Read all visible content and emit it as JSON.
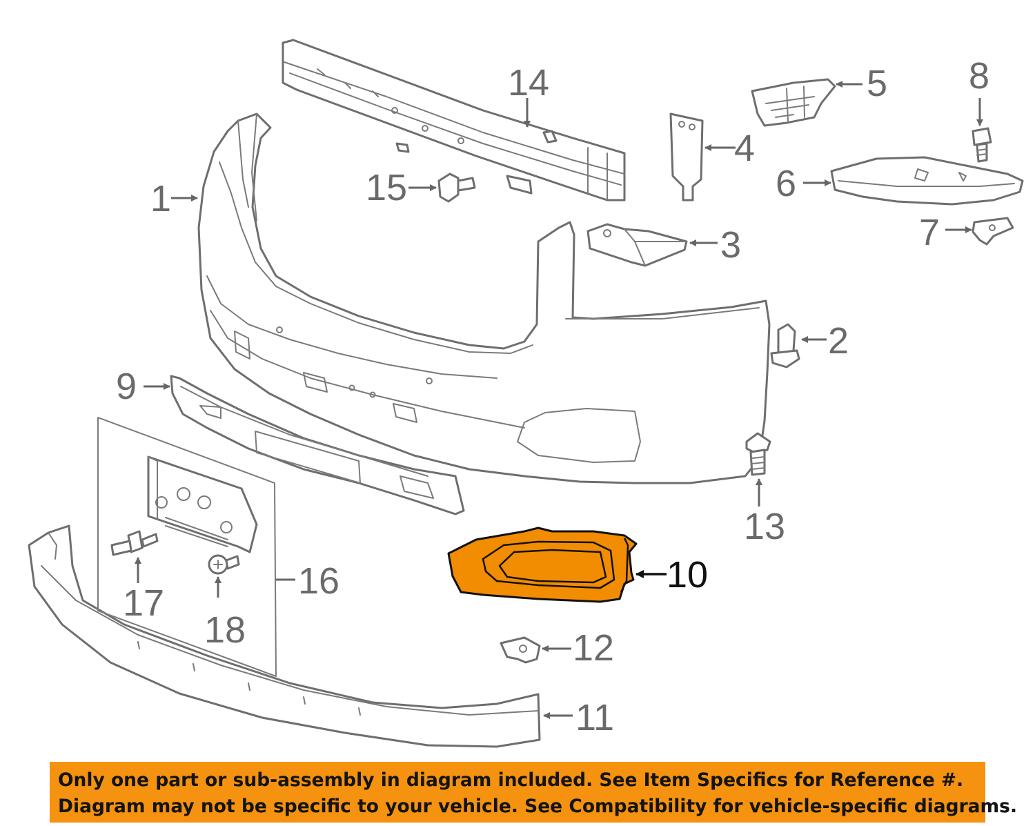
{
  "diagram": {
    "callouts": [
      {
        "id": "part-1",
        "label": "1",
        "highlighted": false
      },
      {
        "id": "part-2",
        "label": "2",
        "highlighted": false
      },
      {
        "id": "part-3",
        "label": "3",
        "highlighted": false
      },
      {
        "id": "part-4",
        "label": "4",
        "highlighted": false
      },
      {
        "id": "part-5",
        "label": "5",
        "highlighted": false
      },
      {
        "id": "part-6",
        "label": "6",
        "highlighted": false
      },
      {
        "id": "part-7",
        "label": "7",
        "highlighted": false
      },
      {
        "id": "part-8",
        "label": "8",
        "highlighted": false
      },
      {
        "id": "part-9",
        "label": "9",
        "highlighted": false
      },
      {
        "id": "part-10",
        "label": "10",
        "highlighted": true
      },
      {
        "id": "part-11",
        "label": "11",
        "highlighted": false
      },
      {
        "id": "part-12",
        "label": "12",
        "highlighted": false
      },
      {
        "id": "part-13",
        "label": "13",
        "highlighted": false
      },
      {
        "id": "part-14",
        "label": "14",
        "highlighted": false
      },
      {
        "id": "part-15",
        "label": "15",
        "highlighted": false
      },
      {
        "id": "part-16",
        "label": "16",
        "highlighted": false
      },
      {
        "id": "part-17",
        "label": "17",
        "highlighted": false
      },
      {
        "id": "part-18",
        "label": "18",
        "highlighted": false
      }
    ],
    "colors": {
      "highlight": "#f28c00",
      "line_art": "#6e6e6e",
      "banner": "#f5920f"
    }
  },
  "banner": {
    "line1": "Only one part or sub-assembly in diagram included. See Item Specifics for Reference #.",
    "line2": "Diagram may not be specific to your vehicle. See Compatibility for vehicle-specific diagrams."
  }
}
